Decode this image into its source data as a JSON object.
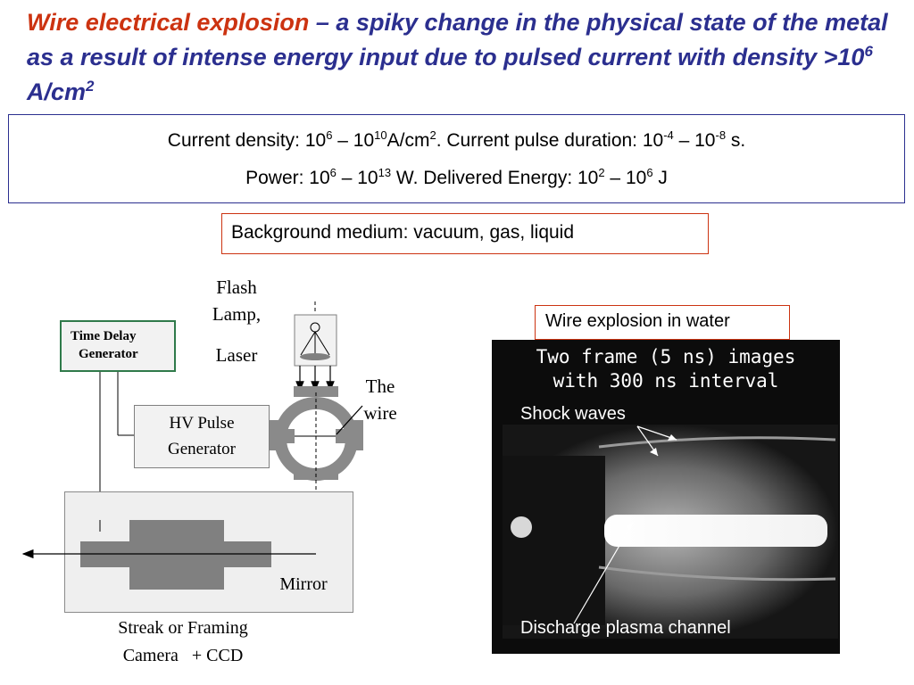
{
  "title": {
    "highlight": "Wire electrical explosion",
    "rest": " – a spiky change in the physical state of the metal as a result of intense energy input due to pulsed current with density >10",
    "exp": "6",
    "unit": " A/cm",
    "unit_exp": "2"
  },
  "params": {
    "line1": {
      "a": "Current density: 10",
      "a_exp": "6",
      "b": " – 10",
      "b_exp": "10",
      "c": "A/cm",
      "c_exp": "2",
      "d": ". Current pulse duration: 10",
      "d_exp": "-4",
      "e": " – 10",
      "e_exp": "-8",
      "f": " s."
    },
    "line2": {
      "a": "Power: 10",
      "a_exp": "6",
      "b": " – 10",
      "b_exp": "13",
      "c": " W.  Delivered Energy: 10",
      "c_exp": "2",
      "d": " – 10",
      "d_exp": "6",
      "e": " J"
    }
  },
  "background_medium": "Background medium: vacuum, gas, liquid",
  "diagram": {
    "flash_lamp": [
      "Flash",
      "Lamp,"
    ],
    "laser": "Laser",
    "the_wire": [
      "The",
      "wire"
    ],
    "time_delay": [
      "Time Delay",
      "Generator"
    ],
    "hv_pulse": [
      "HV Pulse",
      "Generator"
    ],
    "mirror": "Mirror",
    "camera": [
      "Streak or Framing",
      "Camera   + CCD"
    ]
  },
  "photo": {
    "label": "Wire explosion in water",
    "title": [
      "Two frame  (5 ns) images",
      "with 300 ns interval"
    ],
    "shock_waves": "Shock waves",
    "plasma": "Discharge plasma channel"
  },
  "colors": {
    "title_blue": "#2b2f8f",
    "title_red": "#cc3311",
    "box_border_blue": "#2b2f8f",
    "box_border_red": "#cc3311",
    "tdg_border": "#2f7a4a"
  }
}
